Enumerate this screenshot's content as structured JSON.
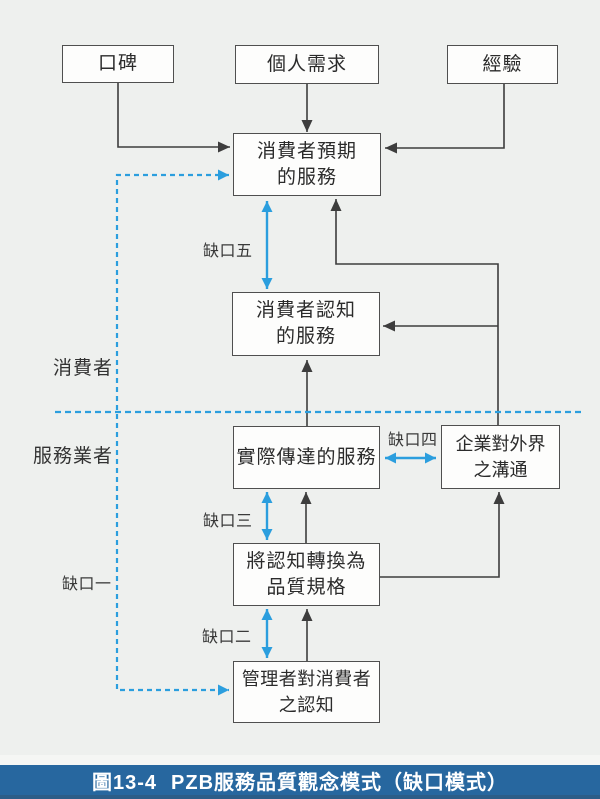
{
  "figure": {
    "caption_number": "圖13-4",
    "caption_title": "PZB服務品質觀念模式（缺口模式）"
  },
  "boxes": {
    "word_of_mouth": "口碑",
    "personal_needs": "個人需求",
    "experience": "經驗",
    "expected_service": "消費者預期\n的服務",
    "perceived_service": "消費者認知\n的服務",
    "delivered_service": "實際傳達的服務",
    "external_communication": "企業對外界\n之溝通",
    "quality_specs": "將認知轉換為\n品質規格",
    "management_perception": "管理者對消費者\n之認知"
  },
  "side_labels": {
    "consumer": "消費者",
    "service_provider": "服務業者"
  },
  "gap_labels": {
    "gap1": "缺口一",
    "gap2": "缺口二",
    "gap3": "缺口三",
    "gap4": "缺口四",
    "gap5": "缺口五"
  },
  "colors": {
    "accent_blue": "#2b9ede",
    "caption_bar_blue": "#27679f",
    "connector_dark": "#3d3d3d",
    "box_border": "#4f4f4f",
    "page_background": "#eef0ee"
  }
}
